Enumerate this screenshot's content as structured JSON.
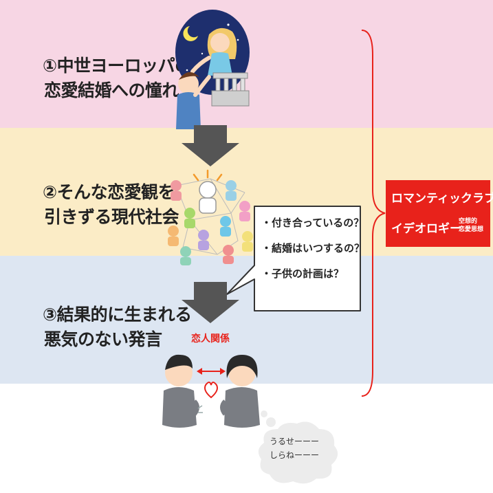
{
  "steps": [
    {
      "num": "①",
      "line1": "中世ヨーロッパの",
      "line2": "恋愛結婚への憧れ"
    },
    {
      "num": "②",
      "line1": "そんな恋愛観を",
      "line2": "引きずる現代社会"
    },
    {
      "num": "③",
      "line1": "結果的に生まれる",
      "line2": "悪気のない発言"
    }
  ],
  "bubble": {
    "items": [
      "・付き合っているの？",
      "・結婚はいつするの？",
      "・子供の計画は？"
    ]
  },
  "ideology": {
    "line1": "ロマンティックラブ",
    "line2": "イデオロギー",
    "note_line1": "空想的",
    "note_line2": "恋愛思想"
  },
  "relation": {
    "label": "恋人関係"
  },
  "thought": {
    "line1": "うるせーーー",
    "line2": "しらねーーー"
  },
  "colors": {
    "band1": "#f7d6e4",
    "band2": "#fbecc6",
    "band3": "#dde6f2",
    "accent_red": "#e8221b",
    "arrow_gray": "#555555"
  }
}
